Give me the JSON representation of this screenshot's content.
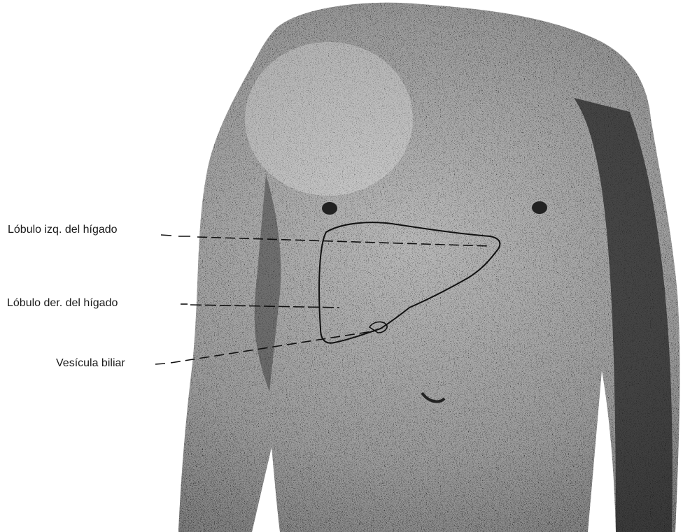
{
  "labels": {
    "left_lobe": "Lóbulo izq. del hígado",
    "right_lobe": "Lóbulo der. del hígado",
    "gallbladder": "Vesícula biliar"
  },
  "colors": {
    "background": "#ffffff",
    "ink": "#1a1a1a"
  }
}
